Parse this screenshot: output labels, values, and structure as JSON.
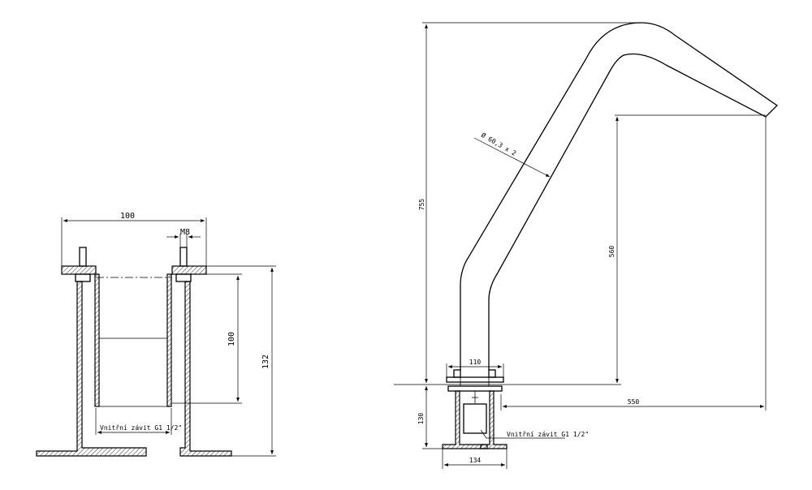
{
  "left_view": {
    "dim_width": "100",
    "dim_thread": "M8",
    "dim_height_inner": "100",
    "dim_height_total": "132",
    "label_thread": "Vnitřní závit G1 1/2\""
  },
  "right_view": {
    "dim_height_total": "755",
    "dim_diameter": "Ø 60,3 x 2",
    "dim_outlet_height": "560",
    "dim_flange_width": "110",
    "dim_reach": "550",
    "dim_base_height": "130",
    "dim_base_width": "134",
    "label_thread": "Vnitřní závit G1 1/2\""
  }
}
